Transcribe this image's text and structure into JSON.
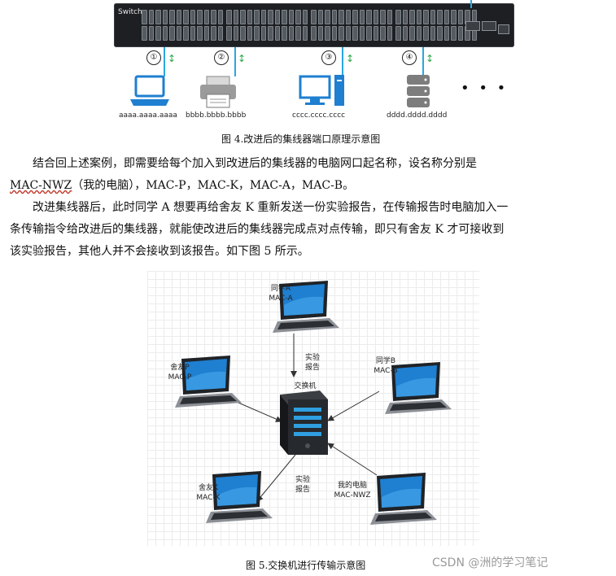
{
  "fig4": {
    "switch_label": "Switch",
    "numbers": [
      "①",
      "②",
      "③",
      "④"
    ],
    "device_labels": [
      "aaaa.aaaa.aaaa",
      "bbbb.bbbb.bbbb",
      "cccc.cccc.cccc",
      "dddd.dddd.dddd"
    ],
    "ellipsis": "• • •",
    "caption": "图 4.改进后的集线器端口原理示意图"
  },
  "body": {
    "p1_a": "结合回上述案例，即需要给每个加入到改进后的集线器的电脑网口起名称，设名称分别是",
    "p1_b_mark": "MAC-NWZ",
    "p1_b_rest": "（我的电脑），MAC-P，MAC-K，MAC-A，MAC-B。",
    "p2_a": "改进集线器后，此时同学 A 想要再给舍友 K 重新发送一份实验报告，在传输报告时电脑加入一",
    "p2_b": "条传输指令给改进后的集线器，就能使改进后的集线器完成点对点传输，即只有舍友 K 才可接收到",
    "p2_c": "该实验报告，其他人并不会接收到该报告。如下图 5 所示。"
  },
  "fig5": {
    "nodes": {
      "a_name": "同学A",
      "a_mac": "MAC-A",
      "b_name": "同学B",
      "b_mac": "MAC-B",
      "p_name": "舍友P",
      "p_mac": "MAC-P",
      "k_name": "舍友K",
      "k_mac": "MAC-K",
      "nwz_name": "我的电脑",
      "nwz_mac": "MAC-NWZ"
    },
    "switch_label": "交换机",
    "report_top_1": "实验",
    "report_top_2": "报告",
    "report_bottom_1": "实验",
    "report_bottom_2": "报告",
    "caption": "图 5.交换机进行传输示意图"
  },
  "watermark": "CSDN @洲的学习笔记",
  "colors": {
    "cable": "#2aa7e0",
    "arrow_green": "#27a844",
    "laptop_screen": "#1f7fd0",
    "switch_body": "#1d1f22"
  }
}
